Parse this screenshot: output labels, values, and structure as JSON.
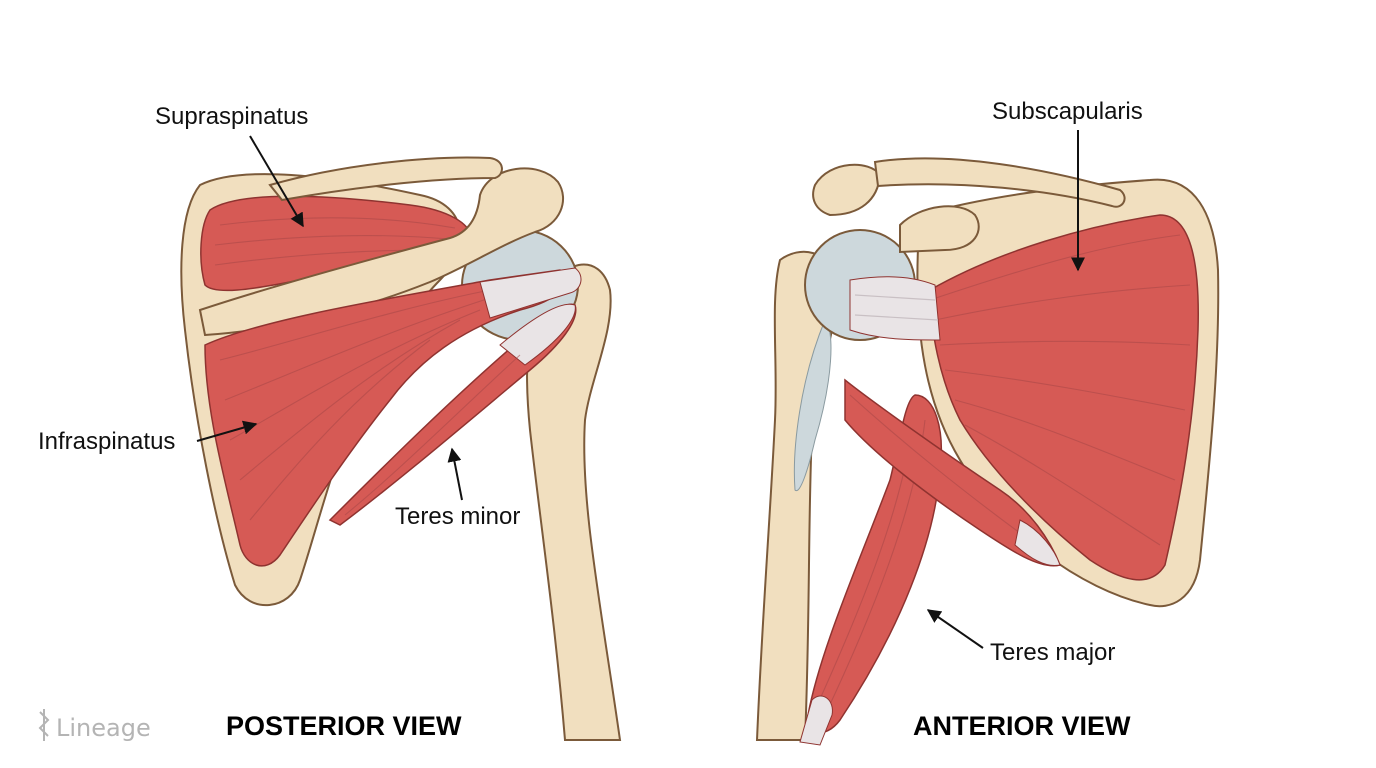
{
  "posterior": {
    "title": "POSTERIOR VIEW",
    "labels": {
      "supraspinatus": "Supraspinatus",
      "infraspinatus": "Infraspinatus",
      "teres_minor": "Teres minor"
    }
  },
  "anterior": {
    "title": "ANTERIOR VIEW",
    "labels": {
      "subscapularis": "Subscapularis",
      "teres_major": "Teres major"
    }
  },
  "logo": {
    "text": "Lineage"
  },
  "colors": {
    "bone": "#f1dfbf",
    "bone_outline": "#7b5a3a",
    "muscle": "#d65a55",
    "tendon": "#e9e4e6",
    "cartilage": "#cdd8dc"
  }
}
